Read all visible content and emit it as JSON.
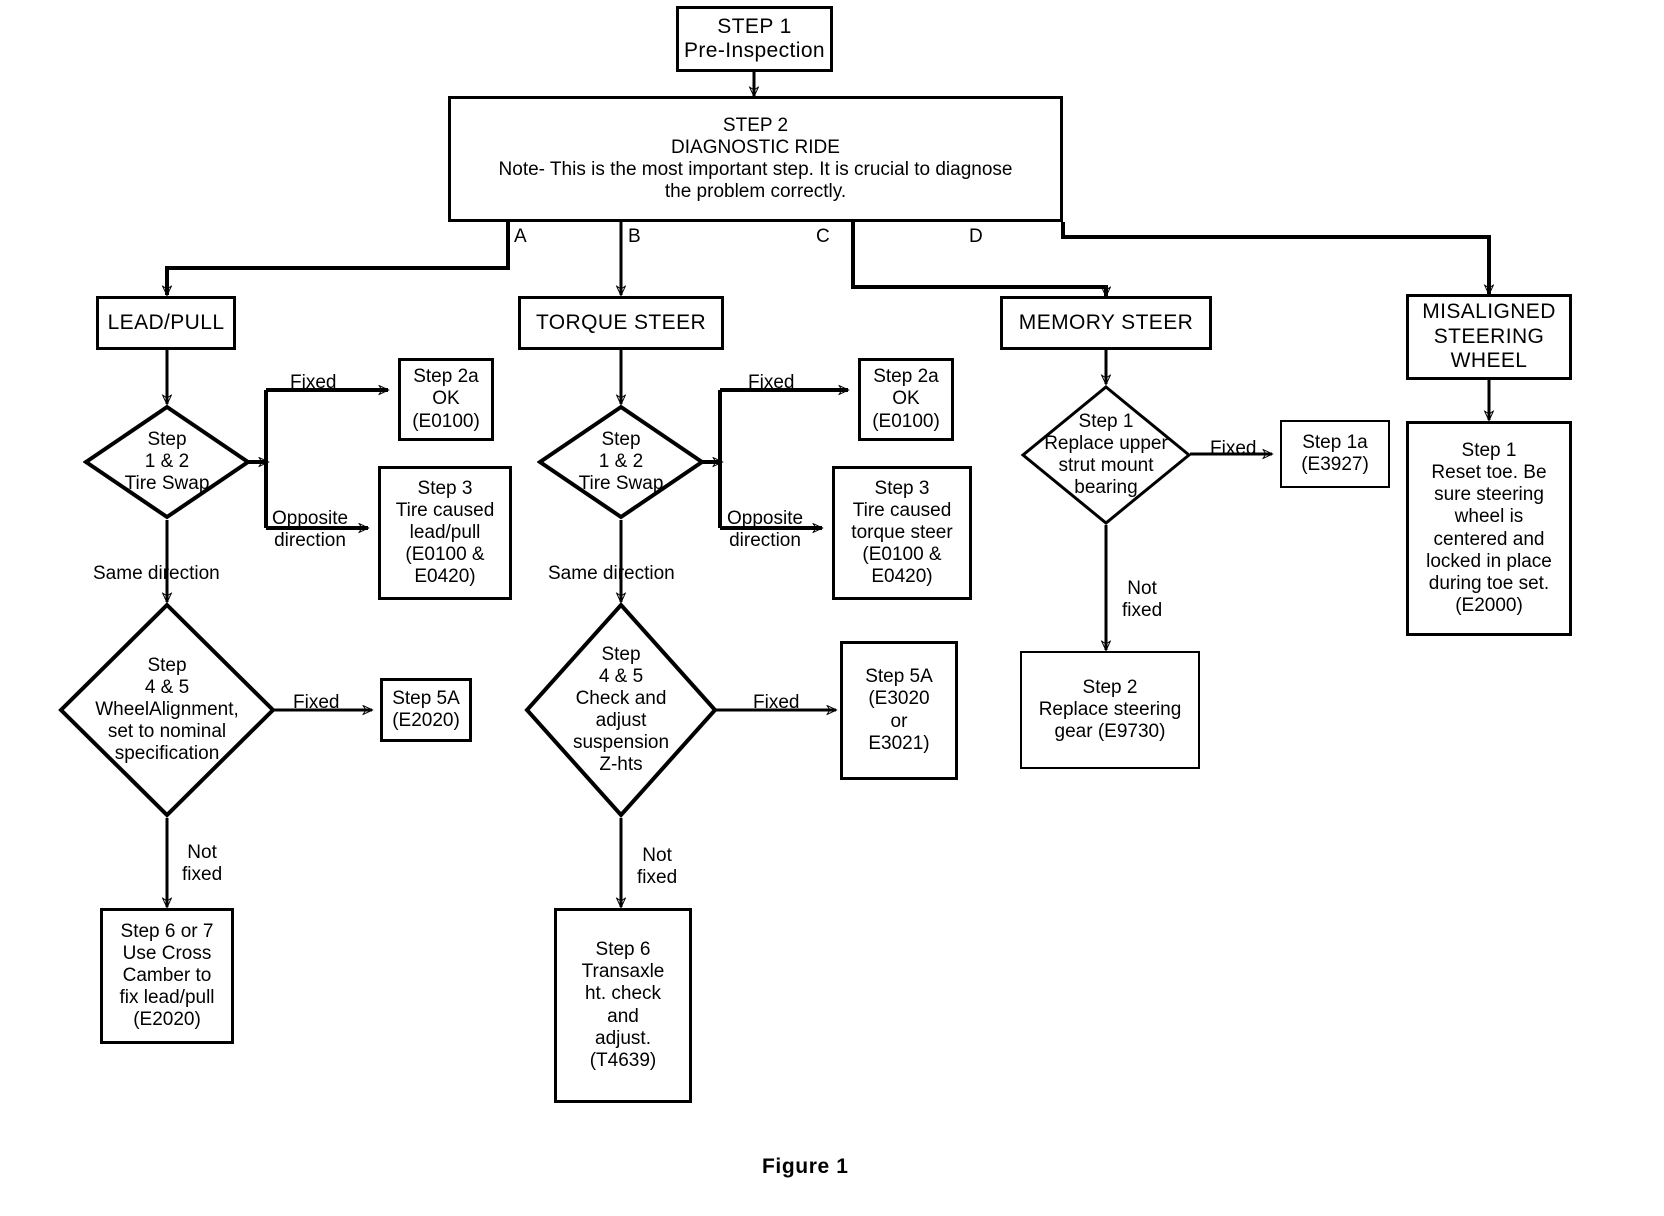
{
  "figure": {
    "caption": "Figure  1"
  },
  "nodes": {
    "step1": {
      "label": "STEP 1\nPre-Inspection"
    },
    "step2": {
      "label": "STEP 2\nDIAGNOSTIC RIDE\nNote- This is the most important step.  It is crucial to diagnose\nthe problem correctly."
    },
    "branch_a_label": "A",
    "branch_b_label": "B",
    "branch_c_label": "C",
    "branch_d_label": "D",
    "lead_pull": {
      "label": "LEAD/PULL"
    },
    "torque_steer": {
      "label": "TORQUE STEER"
    },
    "memory_steer": {
      "label": "MEMORY STEER"
    },
    "misaligned": {
      "label": "MISALIGNED\nSTEERING\nWHEEL"
    },
    "a_tire_swap": {
      "label": "Step\n1 & 2\nTire Swap"
    },
    "a_step2a": {
      "label": "Step 2a\nOK\n(E0100)"
    },
    "a_step3": {
      "label": "Step 3\nTire caused\nlead/pull\n(E0100 &\nE0420)"
    },
    "a_wheel_align": {
      "label": "Step\n4 & 5\nWheelAlignment,\nset to nominal\nspecification"
    },
    "a_step5a": {
      "label": "Step 5A\n(E2020)"
    },
    "a_step67": {
      "label": "Step 6 or 7\nUse Cross\nCamber to\nfix lead/pull\n(E2020)"
    },
    "b_tire_swap": {
      "label": "Step\n1 & 2\nTire Swap"
    },
    "b_step2a": {
      "label": "Step 2a\nOK\n(E0100)"
    },
    "b_step3": {
      "label": "Step 3\nTire caused\ntorque steer\n(E0100 &\nE0420)"
    },
    "b_check_adjust": {
      "label": "Step\n4 & 5\nCheck and\nadjust\nsuspension\nZ-hts"
    },
    "b_step5a": {
      "label": "Step 5A\n(E3020\nor\nE3021)"
    },
    "b_step6": {
      "label": "Step 6\nTransaxle\nht. check\nand\nadjust.\n(T4639)"
    },
    "c_strut": {
      "label": "Step 1\nReplace upper\nstrut mount\nbearing"
    },
    "c_step1a": {
      "label": "Step 1a\n(E3927)"
    },
    "c_step2": {
      "label": "Step 2\nReplace steering\ngear (E9730)"
    },
    "d_step1": {
      "label": "Step 1\nReset toe. Be\nsure steering\nwheel is\ncentered and\nlocked in place\nduring toe set.\n(E2000)"
    }
  },
  "edge_labels": {
    "a_fixed": "Fixed",
    "a_opposite": "Opposite\ndirection",
    "a_same": "Same direction",
    "a_fixed2": "Fixed",
    "a_notfixed": "Not\nfixed",
    "b_fixed": "Fixed",
    "b_opposite": "Opposite\ndirection",
    "b_same": "Same direction",
    "b_fixed2": "Fixed",
    "b_notfixed": "Not\nfixed",
    "c_fixed": "Fixed",
    "c_notfixed": "Not\nfixed"
  },
  "colors": {
    "stroke": "#000000",
    "background": "#ffffff"
  }
}
